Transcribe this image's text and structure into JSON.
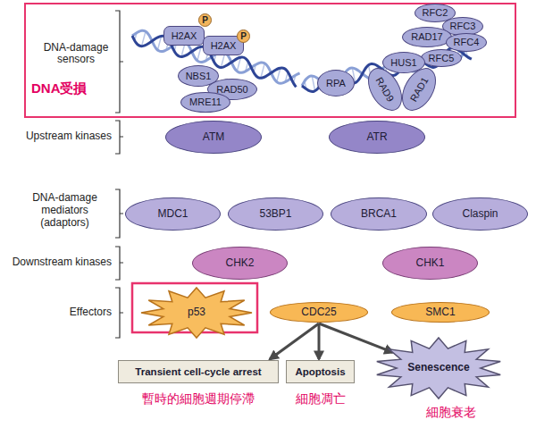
{
  "diagram": {
    "nodes": [
      {
        "text": [
          "DNA-damage sensors",
          "DNA受損"
        ]
      },
      {
        "text": [
          "H2AX"
        ],
        "in": 0
      },
      {
        "text": [
          "H2AX"
        ],
        "in": 0
      },
      {
        "text": [
          "NBS1"
        ],
        "in": 0
      },
      {
        "text": [
          "RAD50"
        ],
        "in": 0
      },
      {
        "text": [
          "MRE11"
        ],
        "in": 0
      },
      {
        "text": [
          "RFC2"
        ],
        "in": 0
      },
      {
        "text": [
          "RFC3"
        ],
        "in": 0
      },
      {
        "text": [
          "RAD17"
        ],
        "in": 0
      },
      {
        "text": [
          "RFC4"
        ],
        "in": 0
      },
      {
        "text": [
          "RFC5"
        ],
        "in": 0
      },
      {
        "text": [
          "RPA"
        ],
        "in": 0
      },
      {
        "text": [
          "HUS1"
        ],
        "in": 0
      },
      {
        "text": [
          "RAD9"
        ],
        "in": 0
      },
      {
        "text": [
          "RAD1"
        ],
        "in": 0
      },
      {
        "text": [
          "ATM"
        ]
      },
      {
        "text": [
          "ATR"
        ]
      },
      {
        "text": [
          "MDC1"
        ]
      },
      {
        "text": [
          "53BP1"
        ]
      },
      {
        "text": [
          "BRCA1"
        ]
      },
      {
        "text": [
          "Claspin"
        ]
      },
      {
        "text": [
          "CHK2"
        ]
      },
      {
        "text": [
          "CHK1"
        ]
      },
      {
        "text": [
          "p53"
        ]
      },
      {
        "text": [
          "CDC25"
        ]
      },
      {
        "text": [
          "SMC1"
        ]
      },
      {
        "text": [
          "Transient cell-cycle arrest"
        ]
      },
      {
        "text": [
          "Apoptosis"
        ]
      },
      {
        "text": [
          "Senescence"
        ]
      }
    ],
    "edges": [
      {
        "from": 24,
        "to": 26,
        "arrow": "to"
      },
      {
        "from": 24,
        "to": 27,
        "arrow": "to"
      },
      {
        "from": 24,
        "to": 28,
        "arrow": "to"
      }
    ],
    "labels": [
      "P",
      "P",
      "Upstream kinases",
      "DNA-damage mediators (adaptors)",
      "Downstream kinases",
      "Effectors",
      "暫時的細胞週期停滯",
      "細胞凋亡",
      "細胞衰老"
    ]
  }
}
